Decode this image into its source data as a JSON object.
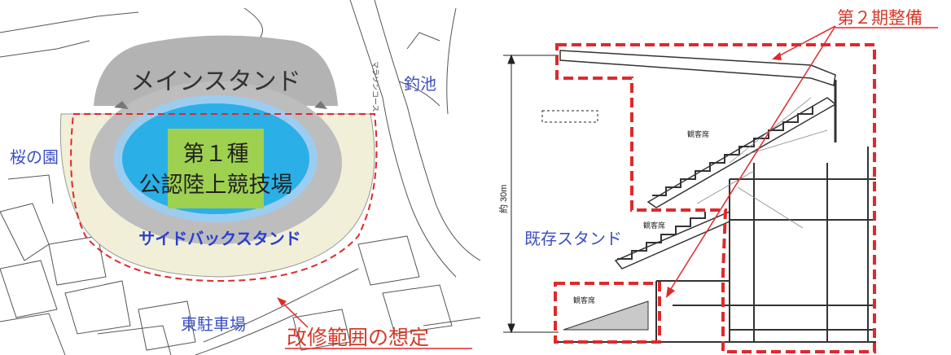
{
  "site_plan": {
    "main_stand": "メインスタンド",
    "field_line1": "第１種",
    "field_line2": "公認陸上競技場",
    "side_back_stand": "サイドバックスタンド",
    "sakura_garden": "桜の園",
    "fishing_pond": "釣池",
    "east_parking": "東駐車場",
    "renovation_scope": "改修範囲の想定",
    "road_label": "マラソンコース"
  },
  "section": {
    "phase2": "第２期整備",
    "height": "約 30m",
    "existing_stand": "既存スタンド",
    "seats_upper": "観客席",
    "seats_mid": "観客席",
    "seats_lower": "観客席"
  },
  "colors": {
    "dashed_red": "#e0292b",
    "field_blue": "#2ab0e6",
    "field_green": "#9dd14f",
    "stand_gray": "#b8b8b8",
    "label_blue": "#3b4fc4",
    "label_red": "#d43a2a"
  }
}
